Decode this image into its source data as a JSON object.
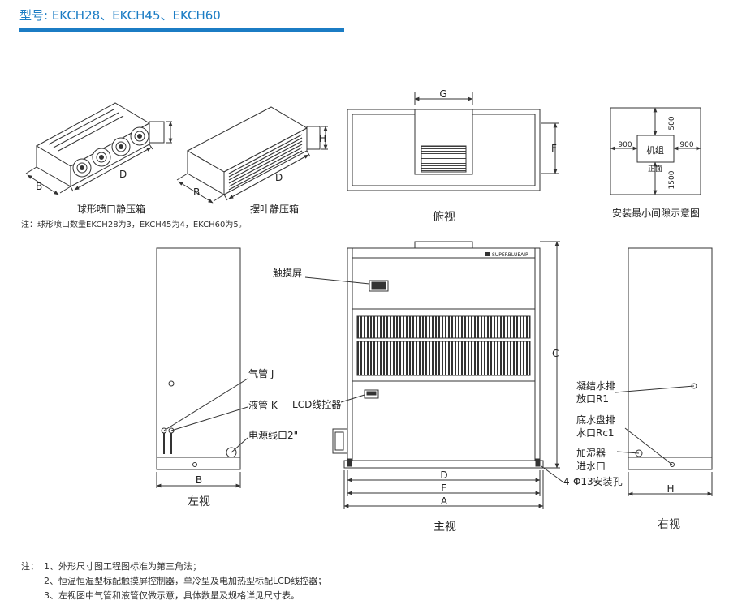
{
  "header": {
    "title": "型号: EKCH28、EKCH45、EKCH60"
  },
  "plenum_boxes": {
    "spherical": {
      "caption": "球形喷口静压箱",
      "dim_b": "B",
      "dim_d": "D"
    },
    "louver": {
      "caption": "摆叶静压箱",
      "dim_b": "B",
      "dim_d": "D",
      "dim_h": "H"
    },
    "note": "注：球形喷口数量EKCH28为3，EKCH45为4，EKCH60为5。"
  },
  "top_view": {
    "caption": "俯视",
    "dim_g": "G",
    "dim_f": "F"
  },
  "clearance": {
    "caption": "安装最小间隙示意图",
    "unit_label": "机组",
    "front_label": "正面",
    "left": "900",
    "right": "900",
    "top": "500",
    "bottom": "1500"
  },
  "left_view": {
    "caption": "左视",
    "gas_pipe": "气管 J",
    "liquid_pipe": "液管 K",
    "power_inlet": "电源线口2\"",
    "dim_b": "B"
  },
  "front_view": {
    "caption": "主视",
    "brand": "SUPERBLUEAIR",
    "touch_screen": "触摸屏",
    "lcd_controller": "LCD线控器",
    "mount_holes": "4-Φ13安装孔",
    "dim_c": "C",
    "dim_d": "D",
    "dim_e": "E",
    "dim_a": "A"
  },
  "right_view": {
    "caption": "右视",
    "condensate_1": "凝结水排",
    "condensate_2": "放口R1",
    "drain_pan_1": "底水盘排",
    "drain_pan_2": "水口Rc1",
    "humidifier_1": "加湿器",
    "humidifier_2": "进水口",
    "dim_h": "H"
  },
  "notes": {
    "head": "注：",
    "items": [
      "1、外形尺寸图工程图标准为第三角法；",
      "2、恒温恒湿型标配触摸屏控制器，单冷型及电加热型标配LCD线控器；",
      "3、左视图中气管和液管仅做示意，具体数量及规格详见尺寸表。"
    ]
  },
  "colors": {
    "accent": "#1b7cc4",
    "line": "#333333"
  }
}
